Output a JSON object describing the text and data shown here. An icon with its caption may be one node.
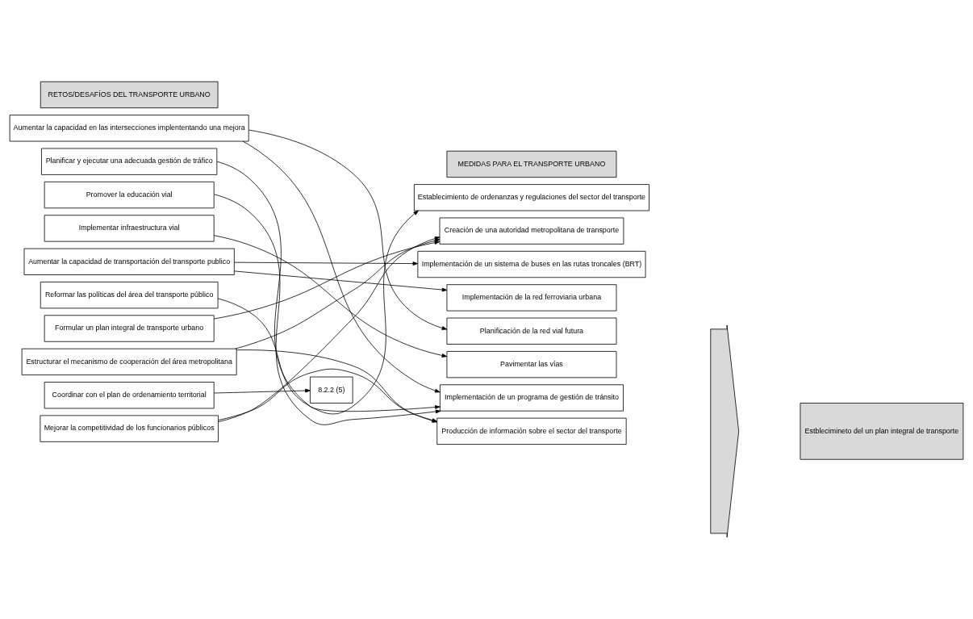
{
  "diagram": {
    "nodes": [
      {
        "text": [
          "RETOS/DESAFÍOS DEL TRANSPORTE URBANO"
        ]
      },
      {
        "text": [
          "Aumentar la capacidad en las intersecciones implententando una mejora"
        ]
      },
      {
        "text": [
          "Planificar y ejecutar una adecuada gestión de tráfico"
        ]
      },
      {
        "text": [
          "Promover la educación vial"
        ]
      },
      {
        "text": [
          "Implementar infraestructura vial"
        ]
      },
      {
        "text": [
          "Aumentar la capacidad de transportación del transporte publico"
        ]
      },
      {
        "text": [
          "Reformar las políticas del área del transporte público"
        ]
      },
      {
        "text": [
          "Formular un plan integral de transporte urbano"
        ]
      },
      {
        "text": [
          "Estructurar el mecanismo de cooperación del área metropolitana"
        ]
      },
      {
        "text": [
          "Coordinar con el plan de ordenamiento territorial"
        ]
      },
      {
        "text": [
          "Mejorar la competitividad de los funcionarios públicos"
        ]
      },
      {
        "text": [
          "MEDIDAS PARA EL TRANSPORTE URBANO"
        ]
      },
      {
        "text": [
          "Establecimiento de ordenanzas y regulaciones del sector del transporte"
        ]
      },
      {
        "text": [
          "Creación de una autoridad metropolitana de transporte"
        ]
      },
      {
        "text": [
          "Implementación de un sistema de buses en las rutas troncales (BRT)"
        ]
      },
      {
        "text": [
          "Implementación de la red ferroviaria urbana"
        ]
      },
      {
        "text": [
          "Planificación de la red vial futura"
        ]
      },
      {
        "text": [
          "Pavimentar las vías"
        ]
      },
      {
        "text": [
          "Implementación de un programa de gestión de tránsito"
        ]
      },
      {
        "text": [
          "Producción de información sobre el sector del transporte"
        ]
      },
      {
        "text": [
          "8.2.2 (5)"
        ]
      },
      {
        "text": [],
        "shape": "chevron"
      },
      {
        "text": [
          "Estblecimineto del un plan integral de transporte"
        ]
      }
    ],
    "edges": [
      {
        "from": 1,
        "to": 16,
        "arrow": "to"
      },
      {
        "from": 1,
        "to": 18,
        "arrow": "to"
      },
      {
        "from": 2,
        "to": 18,
        "arrow": "to"
      },
      {
        "from": 3,
        "to": 18,
        "arrow": "to"
      },
      {
        "from": 4,
        "to": 17,
        "arrow": "to"
      },
      {
        "from": 5,
        "to": 14,
        "arrow": "to"
      },
      {
        "from": 5,
        "to": 15,
        "arrow": "to"
      },
      {
        "from": 6,
        "to": 12,
        "arrow": "to"
      },
      {
        "from": 7,
        "to": 13,
        "arrow": "to"
      },
      {
        "from": 8,
        "to": 13,
        "arrow": "to"
      },
      {
        "from": 8,
        "to": 19,
        "arrow": "to"
      },
      {
        "from": 9,
        "to": 20,
        "arrow": "to"
      },
      {
        "from": 10,
        "to": 13,
        "arrow": "to"
      },
      {
        "from": 10,
        "to": 19,
        "arrow": "to"
      }
    ]
  }
}
